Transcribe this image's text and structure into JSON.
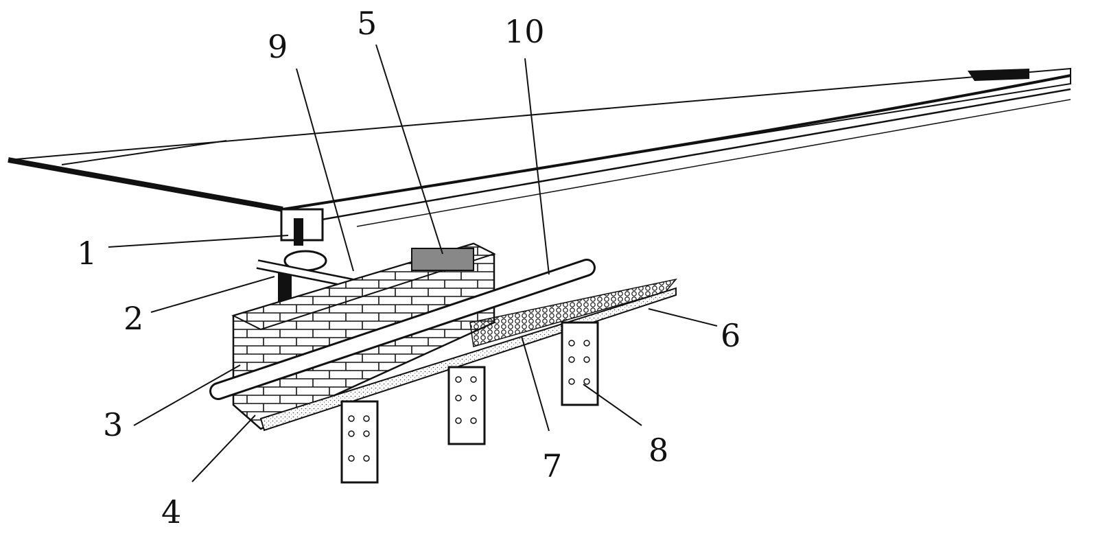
{
  "figure": {
    "callouts": [
      {
        "id": "1",
        "label": "1"
      },
      {
        "id": "2",
        "label": "2"
      },
      {
        "id": "3",
        "label": "3"
      },
      {
        "id": "4",
        "label": "4"
      },
      {
        "id": "5",
        "label": "5"
      },
      {
        "id": "6",
        "label": "6"
      },
      {
        "id": "7",
        "label": "7"
      },
      {
        "id": "8",
        "label": "8"
      },
      {
        "id": "9",
        "label": "9"
      },
      {
        "id": "10",
        "label": "10"
      }
    ]
  },
  "colors": {
    "ink": "#111111",
    "fill_light": "#ffffff",
    "stipple": "#777777"
  }
}
